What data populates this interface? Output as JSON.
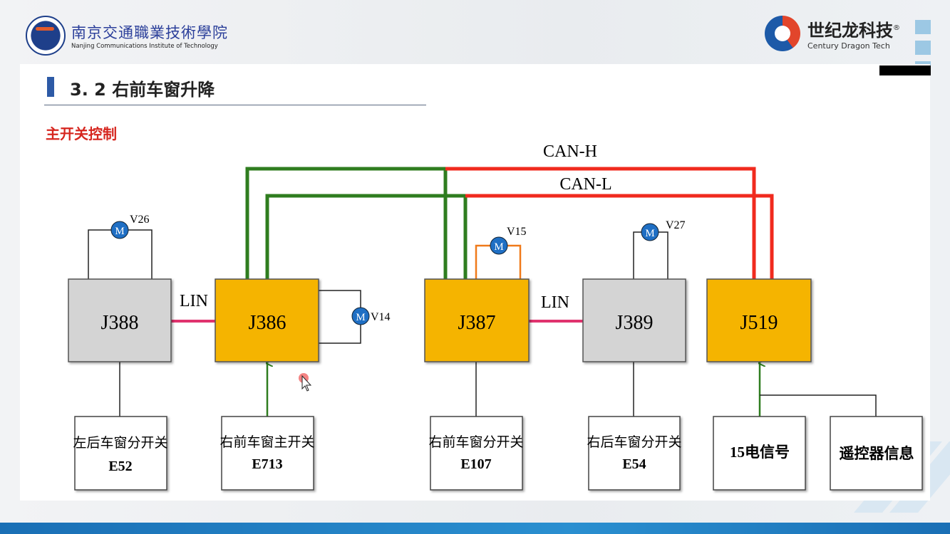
{
  "header": {
    "school_name_cn": "南京交通職業技術學院",
    "school_name_en": "Nanjing Communications Institute of Technology",
    "partner_name_cn": "世纪龙科技",
    "partner_name_en": "Century Dragon Tech",
    "partner_registered": "®"
  },
  "slide": {
    "title": "3. 2 右前车窗升降",
    "subtitle": "主开关控制"
  },
  "diagram": {
    "bus_labels": {
      "can_h": "CAN-H",
      "can_l": "CAN-L",
      "lin_left": "LIN",
      "lin_right": "LIN"
    },
    "modules": [
      {
        "id": "J388",
        "color": "#d4d4d4"
      },
      {
        "id": "J386",
        "color": "#f5b400"
      },
      {
        "id": "J387",
        "color": "#f5b400"
      },
      {
        "id": "J389",
        "color": "#d4d4d4"
      },
      {
        "id": "J519",
        "color": "#f5b400"
      }
    ],
    "motors": [
      {
        "label": "V26",
        "symbol": "M"
      },
      {
        "label": "V14",
        "symbol": "M"
      },
      {
        "label": "V15",
        "symbol": "M"
      },
      {
        "label": "V27",
        "symbol": "M"
      }
    ],
    "inputs": [
      {
        "line1": "左后车窗分开关",
        "line2": "E52"
      },
      {
        "line1": "右前车窗主开关",
        "line2": "E713"
      },
      {
        "line1": "右前车窗分开关",
        "line2": "E107"
      },
      {
        "line1": "右后车窗分开关",
        "line2": "E54"
      },
      {
        "line1": "15电信号",
        "line2": ""
      },
      {
        "line1": "遥控器信息",
        "line2": ""
      }
    ],
    "colors": {
      "can_h_l": "#f02a1e",
      "can_green": "#2f7d1f",
      "lin": "#e0336e",
      "motor": "#1f6fc4",
      "v15_wire": "#f07a1a"
    }
  }
}
